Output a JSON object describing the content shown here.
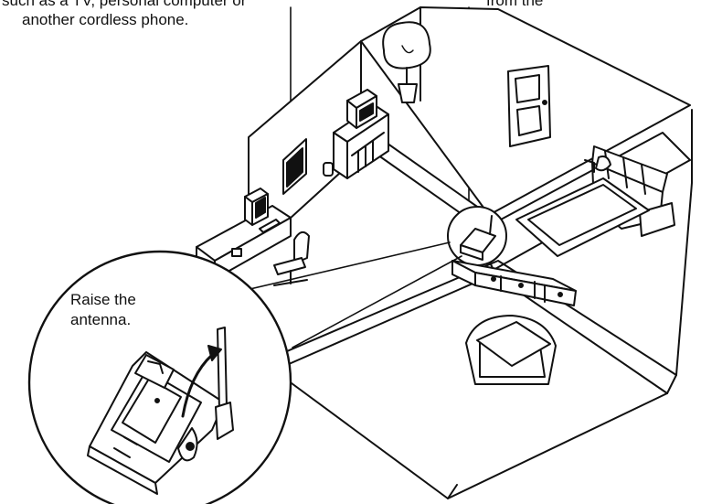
{
  "captions": {
    "top_left_line1": "such as a TV, personal computer or",
    "top_left_line2": "another cordless phone.",
    "top_right_fragment": "from the",
    "callout_line1": "Raise the",
    "callout_line2": "antenna."
  },
  "colors": {
    "ink": "#111111",
    "paper": "#ffffff"
  }
}
